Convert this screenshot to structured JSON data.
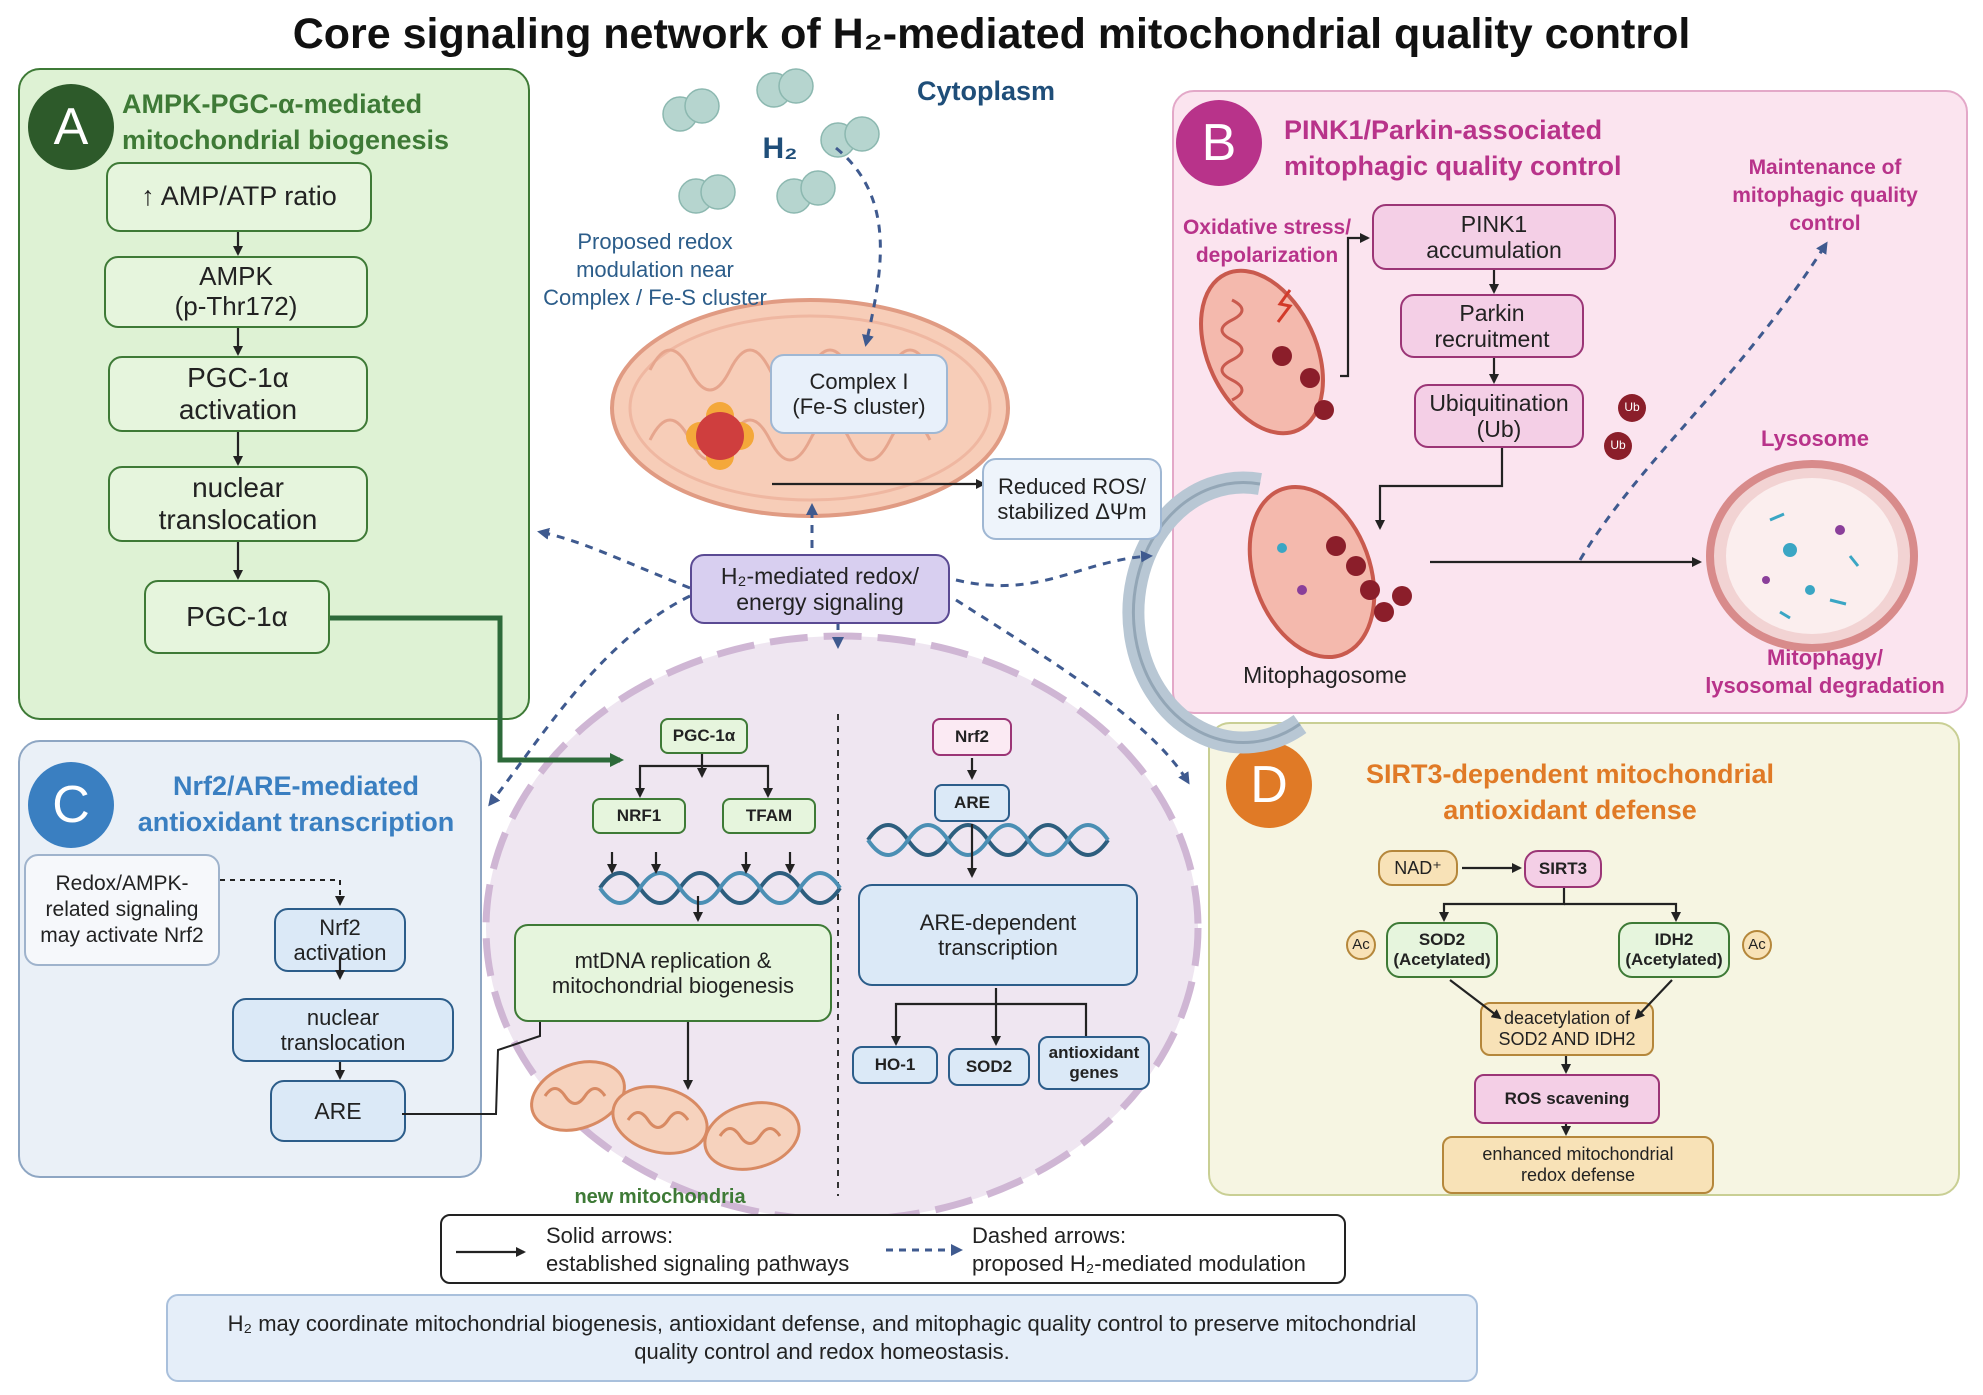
{
  "title": "Core signaling network of H₂-mediated mitochondrial quality control",
  "cytoplasm": "Cytoplasm",
  "h2": "H₂",
  "proposed_text": [
    "Proposed redox",
    "modulation near",
    "Complex / Fe-S cluster"
  ],
  "complex1": [
    "Complex I",
    "(Fe-S cluster)"
  ],
  "reduced_ros": [
    "Reduced ROS/",
    "stabilized ΔΨm"
  ],
  "central": [
    "H₂-mediated redox/",
    "energy signaling"
  ],
  "panelA": {
    "letter": "A",
    "title": [
      "AMPK-PGC-α-mediated",
      "mitochondrial biogenesis"
    ],
    "boxes": [
      "↑ AMP/ATP ratio",
      "AMPK\n(p-Thr172)",
      "PGC-1α\nactivation",
      "nuclear\ntranslocation",
      "PGC-1α"
    ]
  },
  "panelB": {
    "letter": "B",
    "title": [
      "PINK1/Parkin-associated",
      "mitophagic quality control"
    ],
    "stress": [
      "Oxidative stress/",
      "depolarization"
    ],
    "boxes": [
      "PINK1\naccumulation",
      "Parkin\nrecruitment",
      "Ubiquitination\n(Ub)"
    ],
    "maintenance": [
      "Maintenance of",
      "mitophagic quality",
      "control"
    ],
    "lysosome": "Lysosome",
    "mitophagosome": "Mitophagosome",
    "degradation": [
      "Mitophagy/",
      "lysosomal degradation"
    ],
    "ub": "Ub"
  },
  "panelC": {
    "letter": "C",
    "title": [
      "Nrf2/ARE-mediated",
      "antioxidant transcription"
    ],
    "side": [
      "Redox/AMPK-",
      "related signaling",
      "may activate Nrf2"
    ],
    "boxes": [
      "Nrf2\nactivation",
      "nuclear\ntranslocation",
      "ARE"
    ]
  },
  "panelD": {
    "letter": "D",
    "title": [
      "SIRT3-dependent mitochondrial",
      "antioxidant defense"
    ],
    "nad": "NAD⁺",
    "sirt3": "SIRT3",
    "sod2": [
      "SOD2",
      "(Acetylated)"
    ],
    "idh2": [
      "IDH2",
      "(Acetylated)"
    ],
    "ac": "Ac",
    "deacetylation": [
      "deacetylation of",
      "SOD2 AND IDH2"
    ],
    "ros": "ROS scavening",
    "enhanced": [
      "enhanced mitochondrial",
      "redox defense"
    ]
  },
  "nucleus": {
    "pgc": "PGC-1α",
    "nrf1": "NRF1",
    "tfam": "TFAM",
    "mtdna": [
      "mtDNA replication &",
      "mitochondrial biogenesis"
    ],
    "new_mito": "new mitochondria",
    "nrf2": "Nrf2",
    "are": "ARE",
    "are_dep": [
      "ARE-dependent",
      "transcription"
    ],
    "ho1": "HO-1",
    "sod2": "SOD2",
    "antiox": [
      "antioxidant",
      "genes"
    ]
  },
  "legend": {
    "solid": [
      "Solid arrows:",
      "established signaling pathways"
    ],
    "dashed": [
      "Dashed arrows:",
      "proposed H₂-mediated modulation"
    ]
  },
  "summary": [
    "H₂ may coordinate mitochondrial biogenesis, antioxidant defense, and mitophagic quality control to preserve mitochondrial",
    "quality control and redox homeostasis."
  ],
  "colors": {
    "green": "#3e7a36",
    "blue": "#3a7fc1",
    "magenta": "#b8338a",
    "orange": "#e07a26",
    "dashed": "#2c5d8a",
    "darkgreen": "#2d5a2a"
  }
}
